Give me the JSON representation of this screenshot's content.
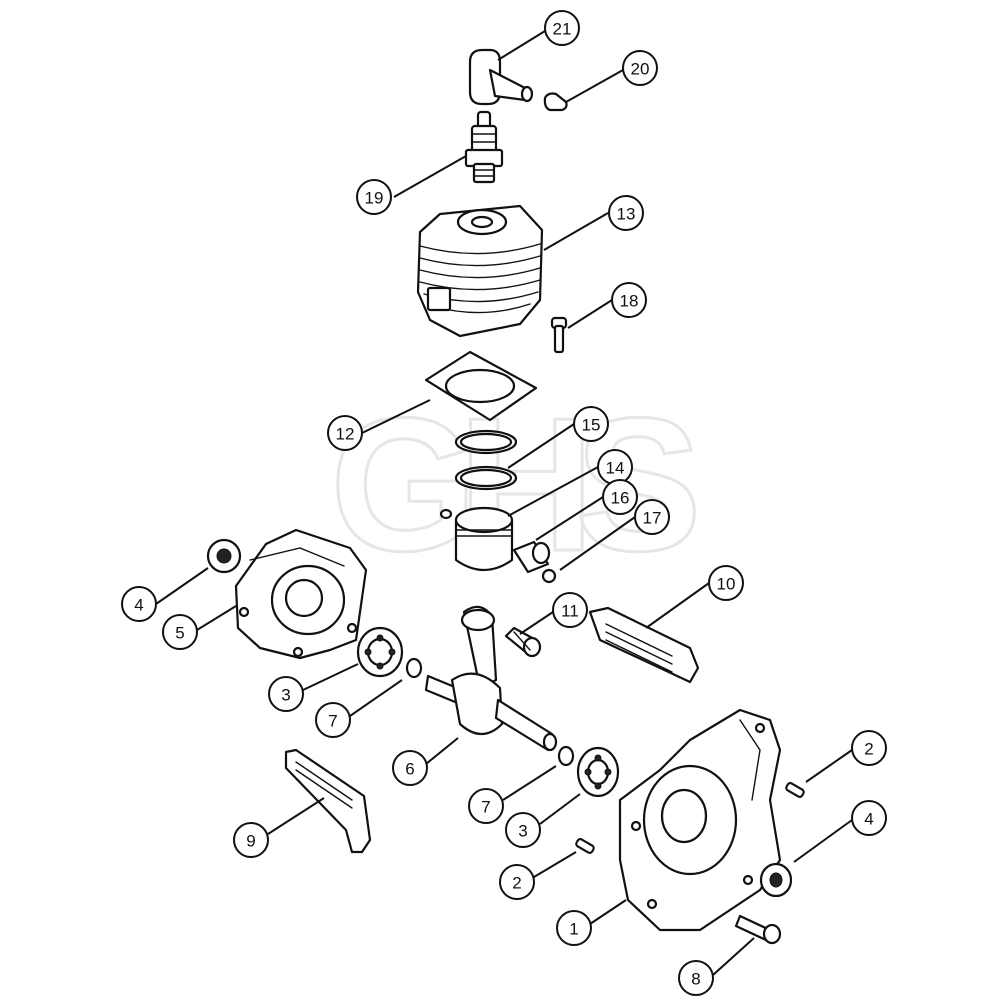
{
  "watermark": "GHS",
  "colors": {
    "line": "#111111",
    "background": "#ffffff",
    "watermark": "#e6e6e6"
  },
  "callouts": [
    {
      "label": "21"
    },
    {
      "label": "20"
    },
    {
      "label": "19"
    },
    {
      "label": "13"
    },
    {
      "label": "18"
    },
    {
      "label": "12"
    },
    {
      "label": "15"
    },
    {
      "label": "14"
    },
    {
      "label": "16"
    },
    {
      "label": "17"
    },
    {
      "label": "10"
    },
    {
      "label": "11"
    },
    {
      "label": "4"
    },
    {
      "label": "5"
    },
    {
      "label": "3"
    },
    {
      "label": "7"
    },
    {
      "label": "6"
    },
    {
      "label": "2"
    },
    {
      "label": "4"
    },
    {
      "label": "7"
    },
    {
      "label": "3"
    },
    {
      "label": "9"
    },
    {
      "label": "2"
    },
    {
      "label": "1"
    },
    {
      "label": "8"
    }
  ]
}
